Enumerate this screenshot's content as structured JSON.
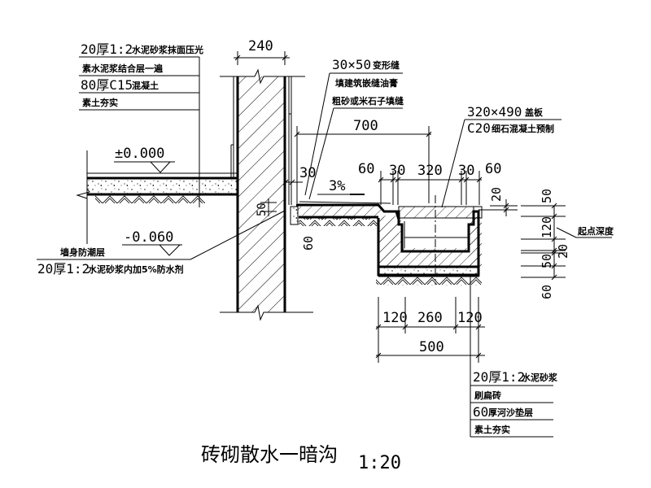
{
  "title": {
    "name": "砖砌散水一暗沟",
    "scale": "1:20"
  },
  "colors": {
    "line": "#000000",
    "background": "#ffffff"
  },
  "layers_left": [
    {
      "prefix": "20厚1:2",
      "text": "水泥砂浆抹面压光"
    },
    {
      "prefix": "",
      "text": "素水泥浆结合层一遍"
    },
    {
      "prefix": "80厚C15",
      "text": " 混凝土"
    },
    {
      "prefix": "",
      "text": "素土夯实"
    }
  ],
  "joint_note": {
    "line1_prefix": "30×50",
    "line1_text": "变形缝",
    "line2": "填建筑嵌缝油膏",
    "line3": "粗砂或米石子填缝"
  },
  "cover_note": {
    "line1_prefix": "320×490",
    "line1_text": "盖板",
    "line2_prefix": "C20",
    "line2_text": "细石混凝土预制"
  },
  "elevations": {
    "floor": "±0.000",
    "damp": "-0.060"
  },
  "damp_note": {
    "label": "墙身防潮层",
    "prefix": "20厚1:2",
    "text": "水泥砂浆内加5%防水剂"
  },
  "slope": "3%",
  "start_depth_label": "起点深度",
  "dimensions": {
    "wall": "240",
    "apron": "700",
    "gap": "30",
    "top": [
      "60",
      "30",
      "320",
      "30",
      "60"
    ],
    "bottom": [
      "120",
      "260",
      "120"
    ],
    "bottom_total": "500",
    "right": [
      "20",
      "50",
      "120",
      "20",
      "50",
      "60"
    ],
    "wall_50": "50",
    "under_60": "60"
  },
  "layers_right": [
    {
      "prefix": "20厚1:2",
      "text": "水泥砂浆"
    },
    {
      "prefix": "",
      "text": "刷扁砖"
    },
    {
      "prefix": "60",
      "text": "厚河沙垫层"
    },
    {
      "prefix": "",
      "text": "素土夯实"
    }
  ]
}
